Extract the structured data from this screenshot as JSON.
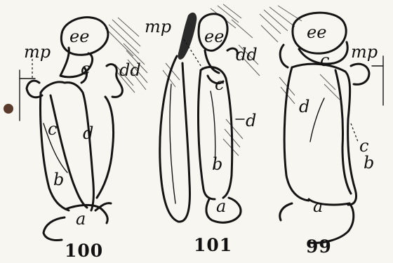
{
  "figures": [
    {
      "number": "100",
      "labels": {
        "ee": "ee",
        "mp": "mp",
        "c_upper": "c",
        "dd": "dd",
        "c": "c",
        "d": "d",
        "b": "b",
        "a": "a"
      }
    },
    {
      "number": "101",
      "labels": {
        "mp": "mp",
        "ee": "ee",
        "dd": "dd",
        "c": "c",
        "d": "d",
        "b": "b",
        "a": "a"
      }
    },
    {
      "number": "99",
      "labels": {
        "ee": "ee",
        "mp": "mp",
        "c_upper": "c",
        "d": "d",
        "c": "c",
        "b": "b",
        "a": "a"
      }
    }
  ]
}
